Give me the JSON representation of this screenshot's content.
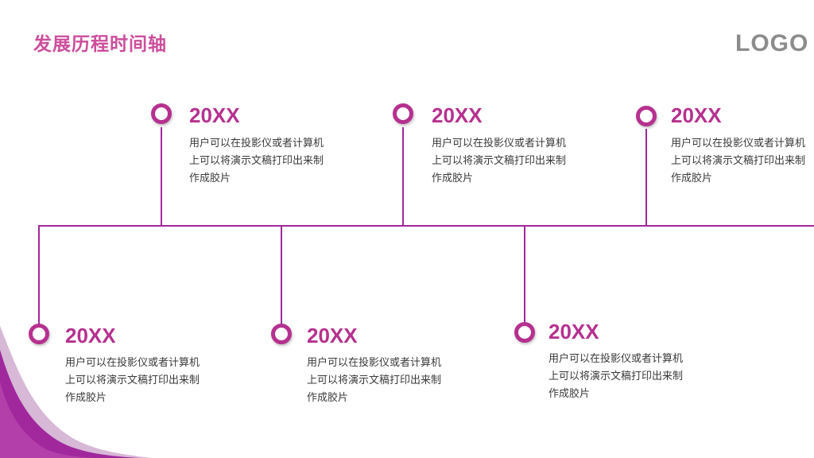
{
  "slide": {
    "title": "发展历程时间轴",
    "logo": "LOGO",
    "accent_color": "#b6318f",
    "title_color": "#cc4e9c",
    "line_color": "#a0289c"
  },
  "events": [
    {
      "year": "20XX",
      "text": "用户可以在投影仪或者计算机上可以将演示文稿打印出来制作成胶片"
    },
    {
      "year": "20XX",
      "text": "用户可以在投影仪或者计算机上可以将演示文稿打印出来制作成胶片"
    },
    {
      "year": "20XX",
      "text": "用户可以在投影仪或者计算机上可以将演示文稿打印出来制作成胶片"
    },
    {
      "year": "20XX",
      "text": "用户可以在投影仪或者计算机上可以将演示文稿打印出来制作成胶片"
    },
    {
      "year": "20XX",
      "text": "用户可以在投影仪或者计算机上可以将演示文稿打印出来制作成胶片"
    },
    {
      "year": "20XX",
      "text": "用户可以在投影仪或者计算机上可以将演示文稿打印出来制作成胶片"
    }
  ]
}
